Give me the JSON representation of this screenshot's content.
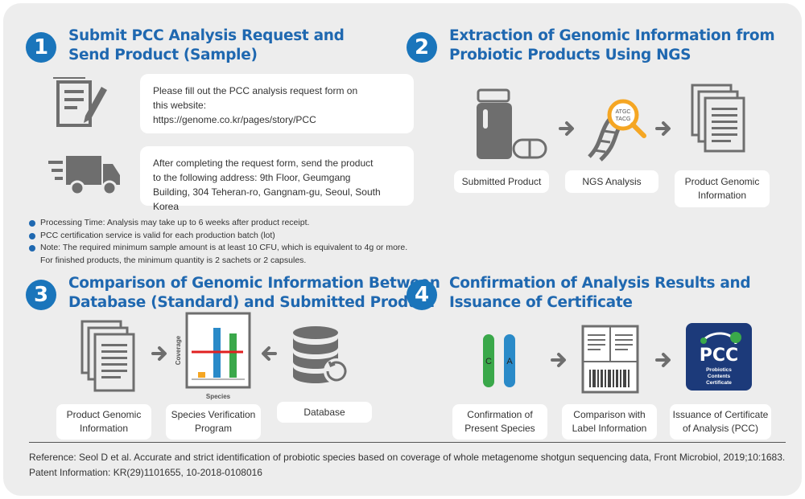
{
  "sections": [
    {
      "number": "1",
      "title": "Submit PCC Analysis Request and\nSend Product (Sample)"
    },
    {
      "number": "2",
      "title": "Extraction of Genomic Information from\nProbiotic Products Using NGS"
    },
    {
      "number": "3",
      "title": "Comparison of Genomic Information Between\nDatabase (Standard) and Submitted Product"
    },
    {
      "number": "4",
      "title": "Confirmation of Analysis Results and\nIssuance of Certificate"
    }
  ],
  "step1": {
    "request_card": [
      "Please fill out the PCC analysis request form on",
      "this website:",
      "https://genome.co.kr/pages/story/PCC"
    ],
    "send_card": [
      "After completing the request form, send the product",
      "to the following address: 9th Floor, Geumgang",
      "Building, 304 Teheran-ro, Gangnam-gu, Seoul, South Korea"
    ],
    "notes": [
      "Processing Time: Analysis may take up to 6 weeks after product receipt.",
      "PCC certification service is valid for each production batch (lot)",
      "Note: The required minimum sample amount is at least 10 CFU, which is equivalent to 4g or more."
    ],
    "note_continuation": "For finished products, the minimum quantity is 2 sachets or 2 capsules."
  },
  "step2": {
    "labels": [
      "Submitted Product",
      "NGS Analysis",
      "Product Genomic\nInformation"
    ],
    "magnifier_text": [
      "ATGC",
      "TACG"
    ]
  },
  "step3": {
    "labels": [
      "Product Genomic\nInformation",
      "Species Verification\nProgram",
      "Database"
    ],
    "chart_y_label": "Coverage",
    "chart_x_label": "Species"
  },
  "step4": {
    "labels": [
      "Confirmation of\nPresent Species",
      "Comparison with\nLabel Information",
      "Issuance of Certificate\nof Analysis (PCC)"
    ],
    "tube_letters": [
      "C",
      "A"
    ],
    "badge": {
      "big": "PCC",
      "small": [
        "Probiotics",
        "Contents",
        "Certificate"
      ]
    }
  },
  "colors": {
    "accent": "#1f68b0",
    "number_circle": "#1a75bb",
    "icon_gray": "#6e6e6e",
    "green": "#3aa84a",
    "red": "#e02020",
    "orange": "#f5a623",
    "badge_bg": "#1c3a7a"
  },
  "reference": {
    "line1": "Reference:  Seol D et al. Accurate and strict identification of probiotic species based on coverage of whole metagenome shotgun sequencing data, Front Microbiol, 2019;10:1683.",
    "line2": "Patent Information: KR(29)1101655, 10-2018-0108016"
  }
}
